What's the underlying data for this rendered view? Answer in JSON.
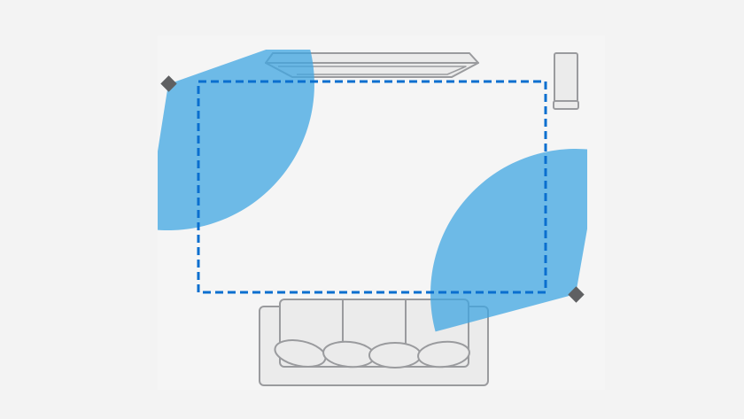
{
  "diagram": {
    "type": "room-setup-top-view",
    "colors": {
      "background": "#f3f3f3",
      "room": "#f5f5f5",
      "coverage": "#3fa5e2",
      "play_area_border": "#0a6fcf",
      "sensor": "#5f6062",
      "furniture_fill": "#ebebeb",
      "furniture_stroke": "#9a9b9e"
    },
    "sensors": 2,
    "furniture": [
      "tv",
      "speaker",
      "sofa"
    ]
  }
}
